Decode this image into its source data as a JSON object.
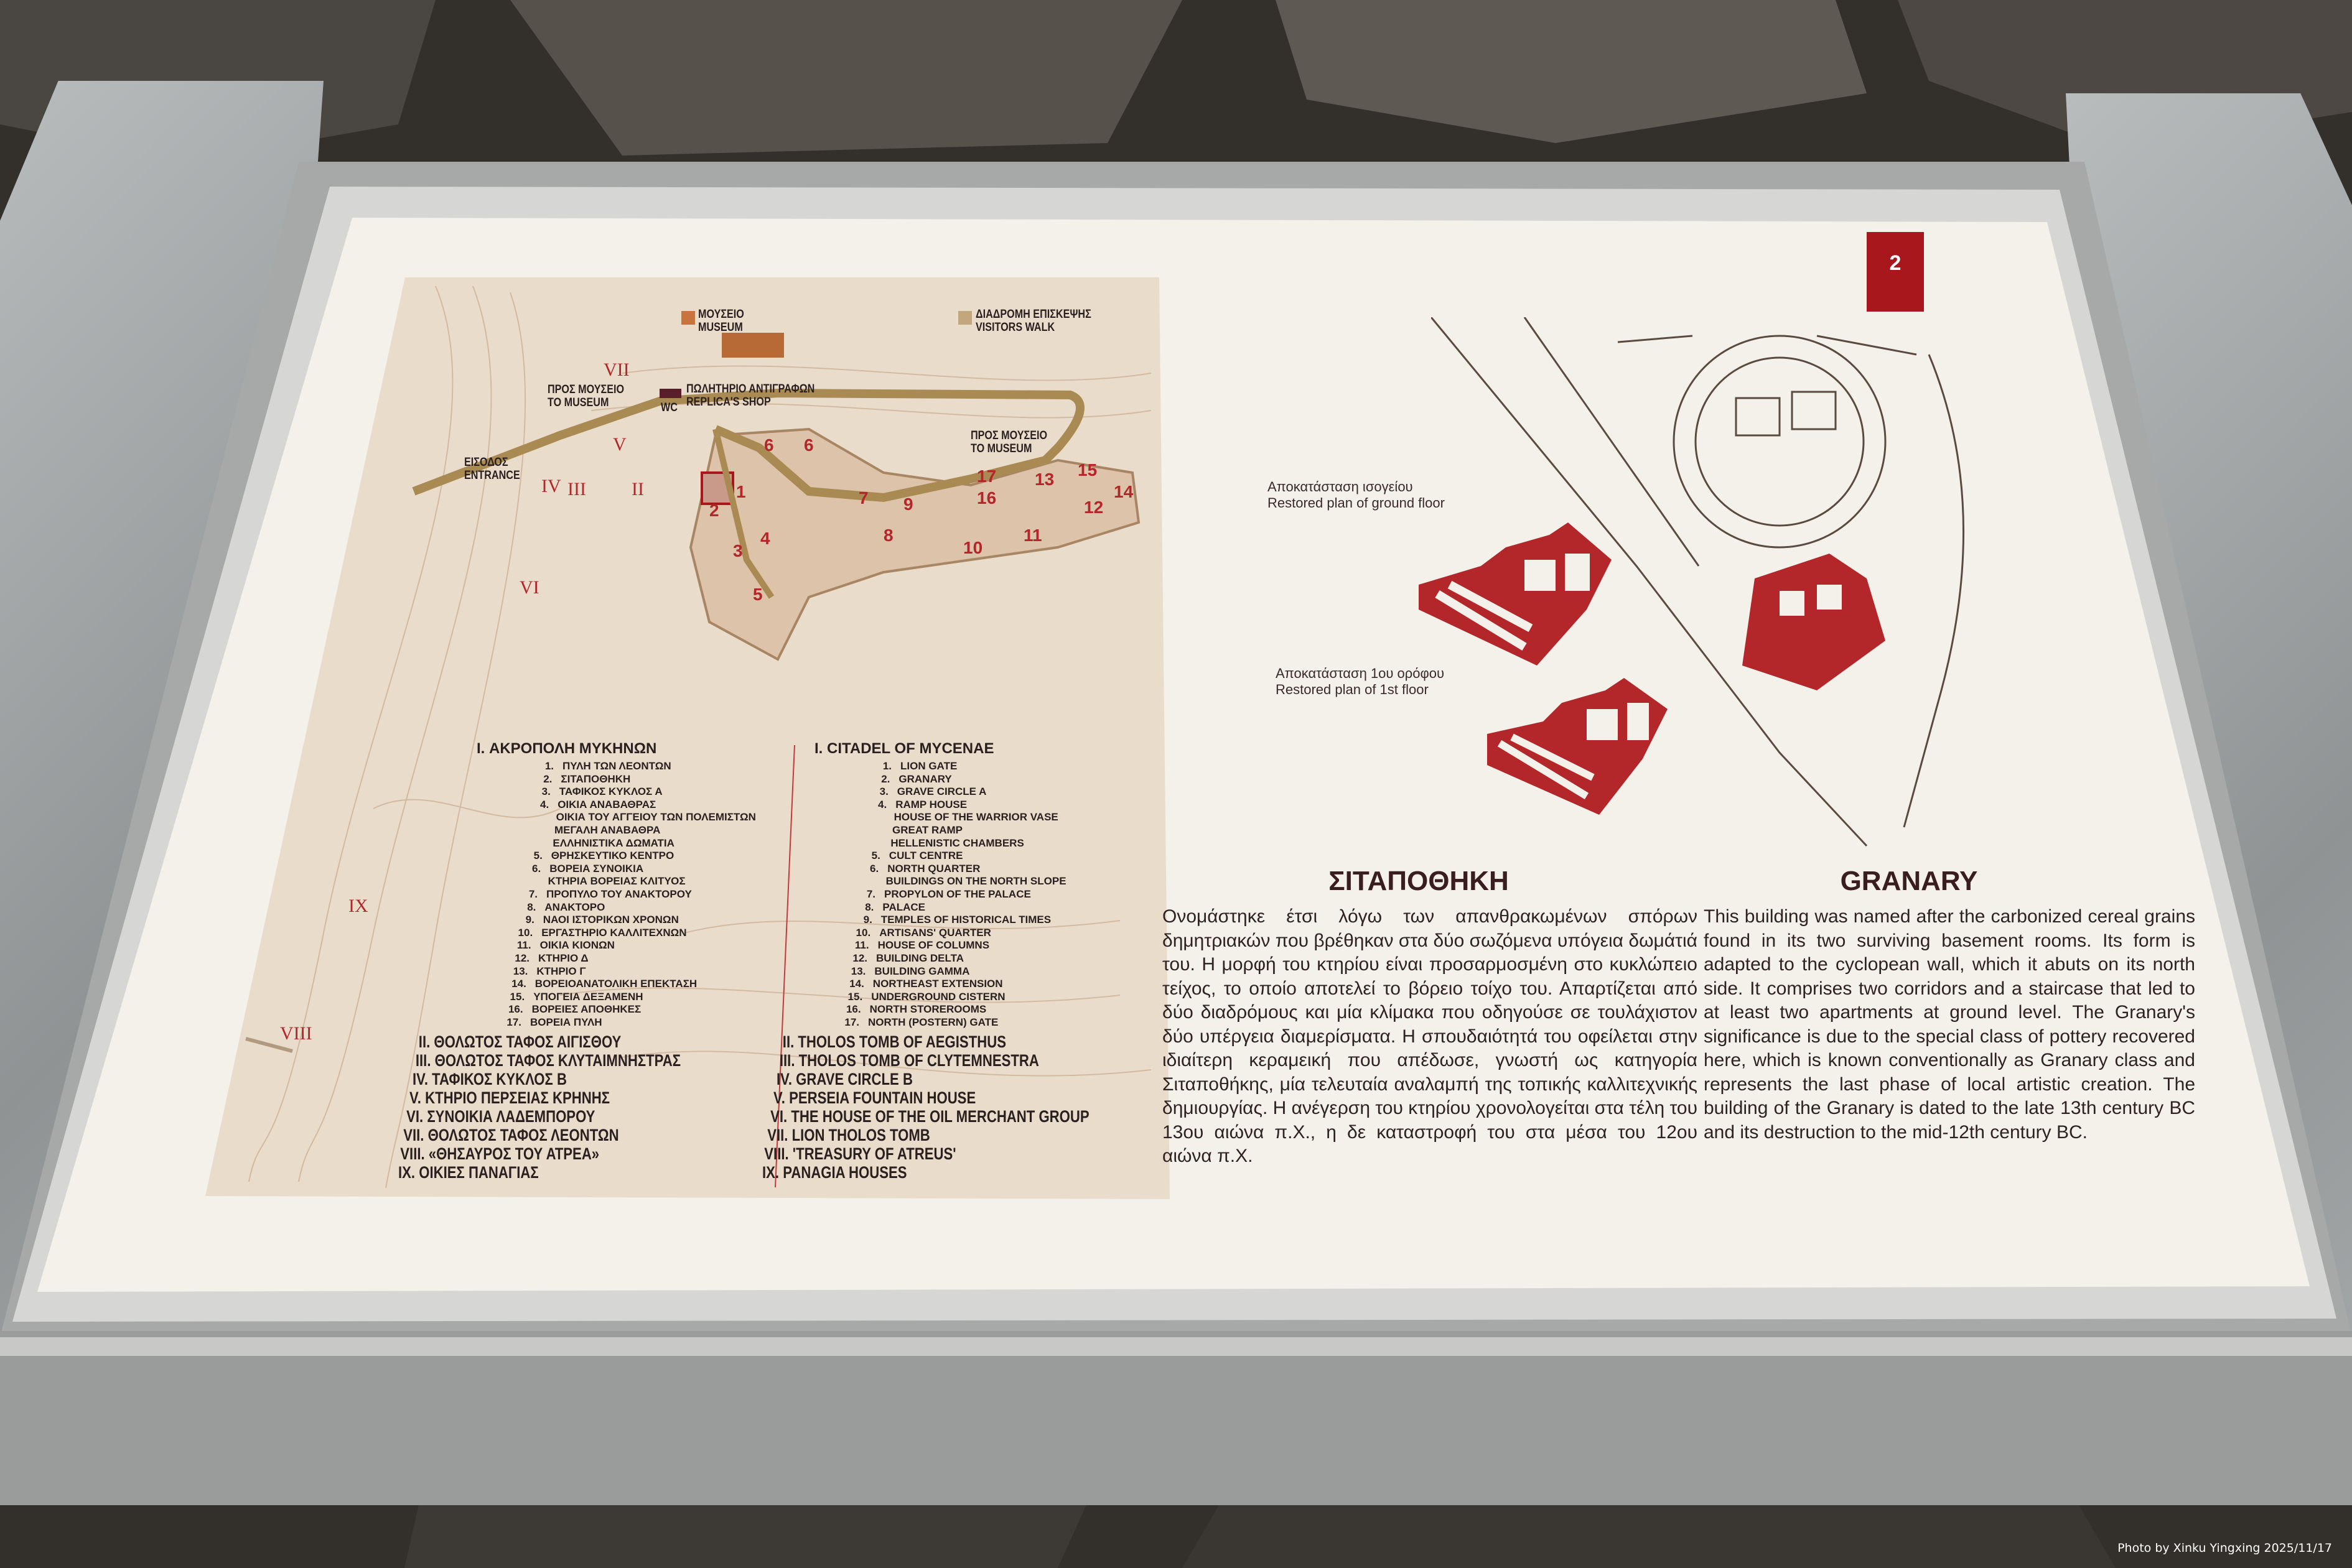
{
  "badge_number": "2",
  "map": {
    "legend": {
      "museum_gr": "ΜΟΥΣΕΙΟ",
      "museum_en": "MUSEUM",
      "walk_gr": "ΔΙΑΔΡΟΜΗ ΕΠΙΣΚΕΨΗΣ",
      "walk_en": "VISITORS WALK"
    },
    "labels": {
      "to_museum_gr": "ΠΡΟΣ ΜΟΥΣΕΙΟ",
      "to_museum_en": "TO MUSEUM",
      "shop_gr": "ΠΩΛΗΤΗΡΙΟ ΑΝΤΙΓΡΑΦΩΝ",
      "shop_en": "REPLICA'S SHOP",
      "wc": "WC",
      "entrance_gr": "ΕΙΣΟΔΟΣ",
      "entrance_en": "ENTRANCE"
    },
    "numbers": [
      "1",
      "2",
      "3",
      "4",
      "5",
      "6",
      "6",
      "7",
      "8",
      "9",
      "10",
      "11",
      "12",
      "13",
      "14",
      "15",
      "16",
      "17"
    ],
    "romans": [
      "II",
      "III",
      "IV",
      "V",
      "VI",
      "VII",
      "VIII",
      "IX"
    ]
  },
  "legend_gr": {
    "heading": "I. ΑΚΡΟΠΟΛΗ ΜΥΚΗΝΩΝ",
    "items": [
      {
        "n": "1.",
        "t": "ΠΥΛΗ ΤΩΝ ΛΕΟΝΤΩΝ"
      },
      {
        "n": "2.",
        "t": "ΣΙΤΑΠΟΘΗΚΗ"
      },
      {
        "n": "3.",
        "t": "ΤΑΦΙΚΟΣ ΚΥΚΛΟΣ Α"
      },
      {
        "n": "4.",
        "t": "ΟΙΚΙΑ ΑΝΑΒΑΘΡΑΣ"
      },
      {
        "n": "",
        "t": "ΟΙΚΙΑ ΤΟΥ ΑΓΓΕΙΟΥ ΤΩΝ ΠΟΛΕΜΙΣΤΩΝ"
      },
      {
        "n": "",
        "t": "ΜΕΓΑΛΗ ΑΝΑΒΑΘΡΑ"
      },
      {
        "n": "",
        "t": "ΕΛΛΗΝΙΣΤΙΚΑ ΔΩΜΑΤΙΑ"
      },
      {
        "n": "5.",
        "t": "ΘΡΗΣΚΕΥΤΙΚΟ ΚΕΝΤΡΟ"
      },
      {
        "n": "6.",
        "t": "ΒΟΡΕΙΑ ΣΥΝΟΙΚΙΑ"
      },
      {
        "n": "",
        "t": "ΚΤΗΡΙΑ ΒΟΡΕΙΑΣ ΚΛΙΤΥΟΣ"
      },
      {
        "n": "7.",
        "t": "ΠΡΟΠΥΛΟ ΤΟΥ ΑΝΑΚΤΟΡΟΥ"
      },
      {
        "n": "8.",
        "t": "ΑΝΑΚΤΟΡΟ"
      },
      {
        "n": "9.",
        "t": "ΝΑΟΙ ΙΣΤΟΡΙΚΩΝ ΧΡΟΝΩΝ"
      },
      {
        "n": "10.",
        "t": "ΕΡΓΑΣΤΗΡΙΟ ΚΑΛΛΙΤΕΧΝΩΝ"
      },
      {
        "n": "11.",
        "t": "ΟΙΚΙΑ ΚΙΟΝΩΝ"
      },
      {
        "n": "12.",
        "t": "ΚΤΗΡΙΟ Δ"
      },
      {
        "n": "13.",
        "t": "ΚΤΗΡΙΟ Γ"
      },
      {
        "n": "14.",
        "t": "ΒΟΡΕΙΟΑΝΑΤΟΛΙΚΗ ΕΠΕΚΤΑΣΗ"
      },
      {
        "n": "15.",
        "t": "ΥΠΟΓΕΙΑ ΔΕΞΑΜΕΝΗ"
      },
      {
        "n": "16.",
        "t": "ΒΟΡΕΙΕΣ ΑΠΟΘΗΚΕΣ"
      },
      {
        "n": "17.",
        "t": "ΒΟΡΕΙΑ ΠΥΛΗ"
      }
    ],
    "monuments": [
      "II. ΘΟΛΩΤΟΣ ΤΑΦΟΣ ΑΙΓΙΣΘΟΥ",
      "III. ΘΟΛΩΤΟΣ ΤΑΦΟΣ ΚΛΥΤΑΙΜΝΗΣΤΡΑΣ",
      "IV. ΤΑΦΙΚΟΣ ΚΥΚΛΟΣ Β",
      "V. ΚΤΗΡΙΟ ΠΕΡΣΕΙΑΣ ΚΡΗΝΗΣ",
      "VI. ΣΥΝΟΙΚΙΑ ΛΑΔΕΜΠΟΡΟΥ",
      "VII. ΘΟΛΩΤΟΣ ΤΑΦΟΣ ΛΕΟΝΤΩΝ",
      "VIII. «ΘΗΣΑΥΡΟΣ ΤΟΥ ΑΤΡΕΑ»",
      "IX. ΟΙΚΙΕΣ ΠΑΝΑΓΙΑΣ"
    ]
  },
  "legend_en": {
    "heading": "I. CITADEL OF MYCENAE",
    "items": [
      {
        "n": "1.",
        "t": "LION GATE"
      },
      {
        "n": "2.",
        "t": "GRANARY"
      },
      {
        "n": "3.",
        "t": "GRAVE CIRCLE A"
      },
      {
        "n": "4.",
        "t": "RAMP HOUSE"
      },
      {
        "n": "",
        "t": "HOUSE OF THE WARRIOR VASE"
      },
      {
        "n": "",
        "t": "GREAT RAMP"
      },
      {
        "n": "",
        "t": "HELLENISTIC CHAMBERS"
      },
      {
        "n": "5.",
        "t": "CULT CENTRE"
      },
      {
        "n": "6.",
        "t": "NORTH QUARTER"
      },
      {
        "n": "",
        "t": "BUILDINGS ON THE NORTH SLOPE"
      },
      {
        "n": "7.",
        "t": "PROPYLON OF THE PALACE"
      },
      {
        "n": "8.",
        "t": "PALACE"
      },
      {
        "n": "9.",
        "t": "TEMPLES OF HISTORICAL TIMES"
      },
      {
        "n": "10.",
        "t": "ARTISANS' QUARTER"
      },
      {
        "n": "11.",
        "t": "HOUSE OF COLUMNS"
      },
      {
        "n": "12.",
        "t": "BUILDING DELTA"
      },
      {
        "n": "13.",
        "t": "BUILDING GAMMA"
      },
      {
        "n": "14.",
        "t": "NORTHEAST EXTENSION"
      },
      {
        "n": "15.",
        "t": "UNDERGROUND CISTERN"
      },
      {
        "n": "16.",
        "t": "NORTH STOREROOMS"
      },
      {
        "n": "17.",
        "t": "NORTH (POSTERN) GATE"
      }
    ],
    "monuments": [
      "II. THOLOS TOMB OF AEGISTHUS",
      "III. THOLOS TOMB OF CLYTEMNESTRA",
      "IV. GRAVE CIRCLE B",
      "V. PERSEIA FOUNTAIN HOUSE",
      "VI. THE HOUSE OF THE OIL MERCHANT GROUP",
      "VII. LION THOLOS TOMB",
      "VIII. 'TREASURY OF ATREUS'",
      "IX. PANAGIA HOUSES"
    ]
  },
  "plan": {
    "ground_gr": "Αποκατάσταση ισογείου",
    "ground_en": "Restored plan of ground floor",
    "first_gr": "Αποκατάσταση 1ου ορόφου",
    "first_en": "Restored plan of 1st floor"
  },
  "text_gr": {
    "title": "ΣΙΤΑΠΟΘΗΚΗ",
    "body": "Ονομάστηκε έτσι λόγω των απανθρακωμένων σπόρων δημητριακών που βρέθηκαν στα δύο σωζόμενα υπόγεια δωμάτιά του. Η μορφή του κτηρίου είναι προσαρμοσμένη στο κυκλώπειο τείχος, το οποίο αποτελεί το βόρειο τοίχο του. Απαρτίζεται από δύο διαδρόμους και μία κλίμακα που οδηγούσε σε τουλάχιστον δύο υπέργεια διαμερίσματα. Η σπουδαιότητά του οφείλεται στην ιδιαίτερη κεραμεική που απέδωσε, γνωστή ως κατηγορία Σιταποθήκης, μία τελευταία αναλαμπή της τοπικής καλλιτεχνικής δημιουργίας. Η ανέγερση του κτηρίου χρονολογείται στα τέλη του 13ου αιώνα π.Χ., η δε καταστροφή του στα μέσα του 12ου αιώνα π.Χ."
  },
  "text_en": {
    "title": "GRANARY",
    "body": "This building was named after the carbonized cereal grains found in its two surviving basement rooms. Its form is adapted to the cyclopean wall, which it abuts on its north side. It comprises two corridors and a staircase that led to at least two apartments at ground level. The Granary's significance is due to the special class of pottery recovered here, which is known conventionally as Granary class and represents the last phase of local artistic creation. The building of the Granary is dated to the late 13th century BC and its destruction to the mid-12th century BC."
  },
  "credit": "Photo by Xinku Yingxing  2025/11/17"
}
